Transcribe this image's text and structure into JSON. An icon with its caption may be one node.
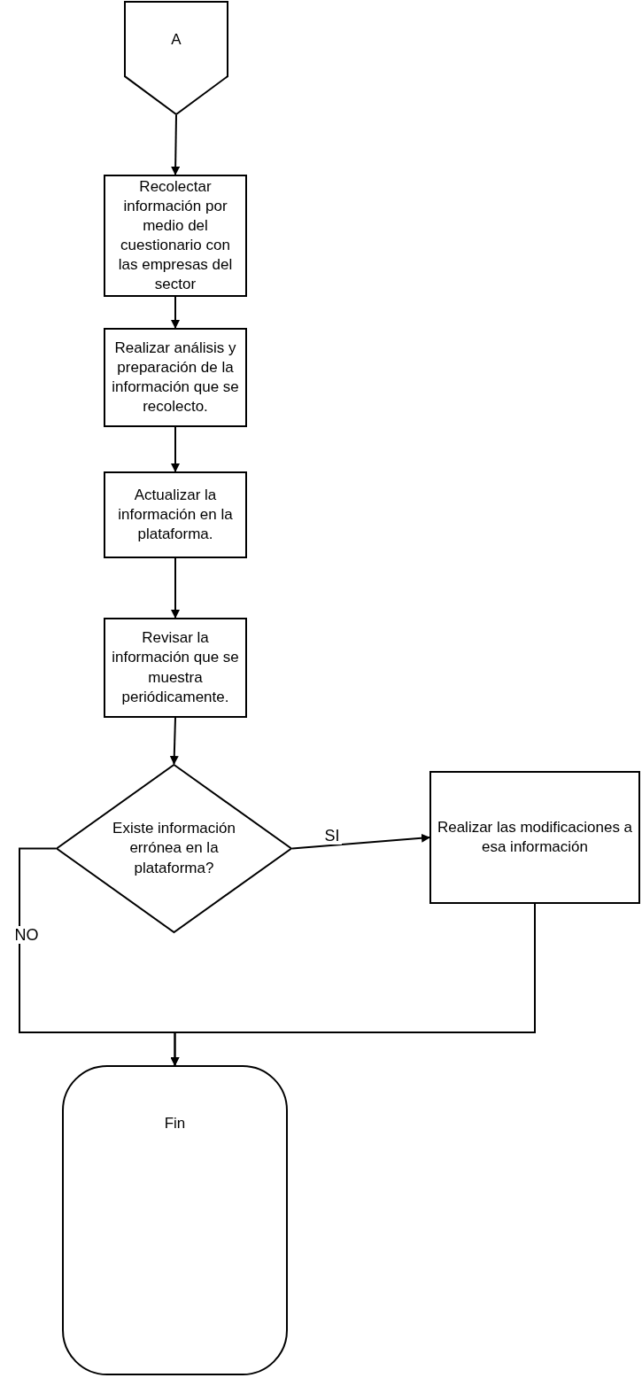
{
  "diagram": {
    "nodes": [
      {
        "text": [
          "A"
        ]
      },
      {
        "text": [
          "Recolectar información por medio del cuestionario con las empresas del sector"
        ]
      },
      {
        "text": [
          "Realizar análisis y preparación de la información que se recolecto."
        ]
      },
      {
        "text": [
          "Actualizar la información en la plataforma."
        ]
      },
      {
        "text": [
          "Revisar la información que se muestra periódicamente."
        ]
      },
      {
        "text": [
          "Existe información errónea en la plataforma?"
        ]
      },
      {
        "text": [
          "Realizar las modificaciones a esa información"
        ]
      },
      {
        "text": [
          "Fin"
        ]
      }
    ],
    "edges": [
      {
        "from": 0,
        "to": 1,
        "arrow": "to"
      },
      {
        "from": 1,
        "to": 2,
        "arrow": "to"
      },
      {
        "from": 2,
        "to": 3,
        "arrow": "to"
      },
      {
        "from": 3,
        "to": 4,
        "arrow": "to"
      },
      {
        "from": 4,
        "to": 5,
        "arrow": "to"
      },
      {
        "from": 5,
        "to": 6,
        "arrow": "to",
        "label": "SI"
      },
      {
        "from": 5,
        "to": 7,
        "arrow": "to",
        "label": "NO"
      },
      {
        "from": 6,
        "to": 7,
        "arrow": "to"
      }
    ]
  }
}
